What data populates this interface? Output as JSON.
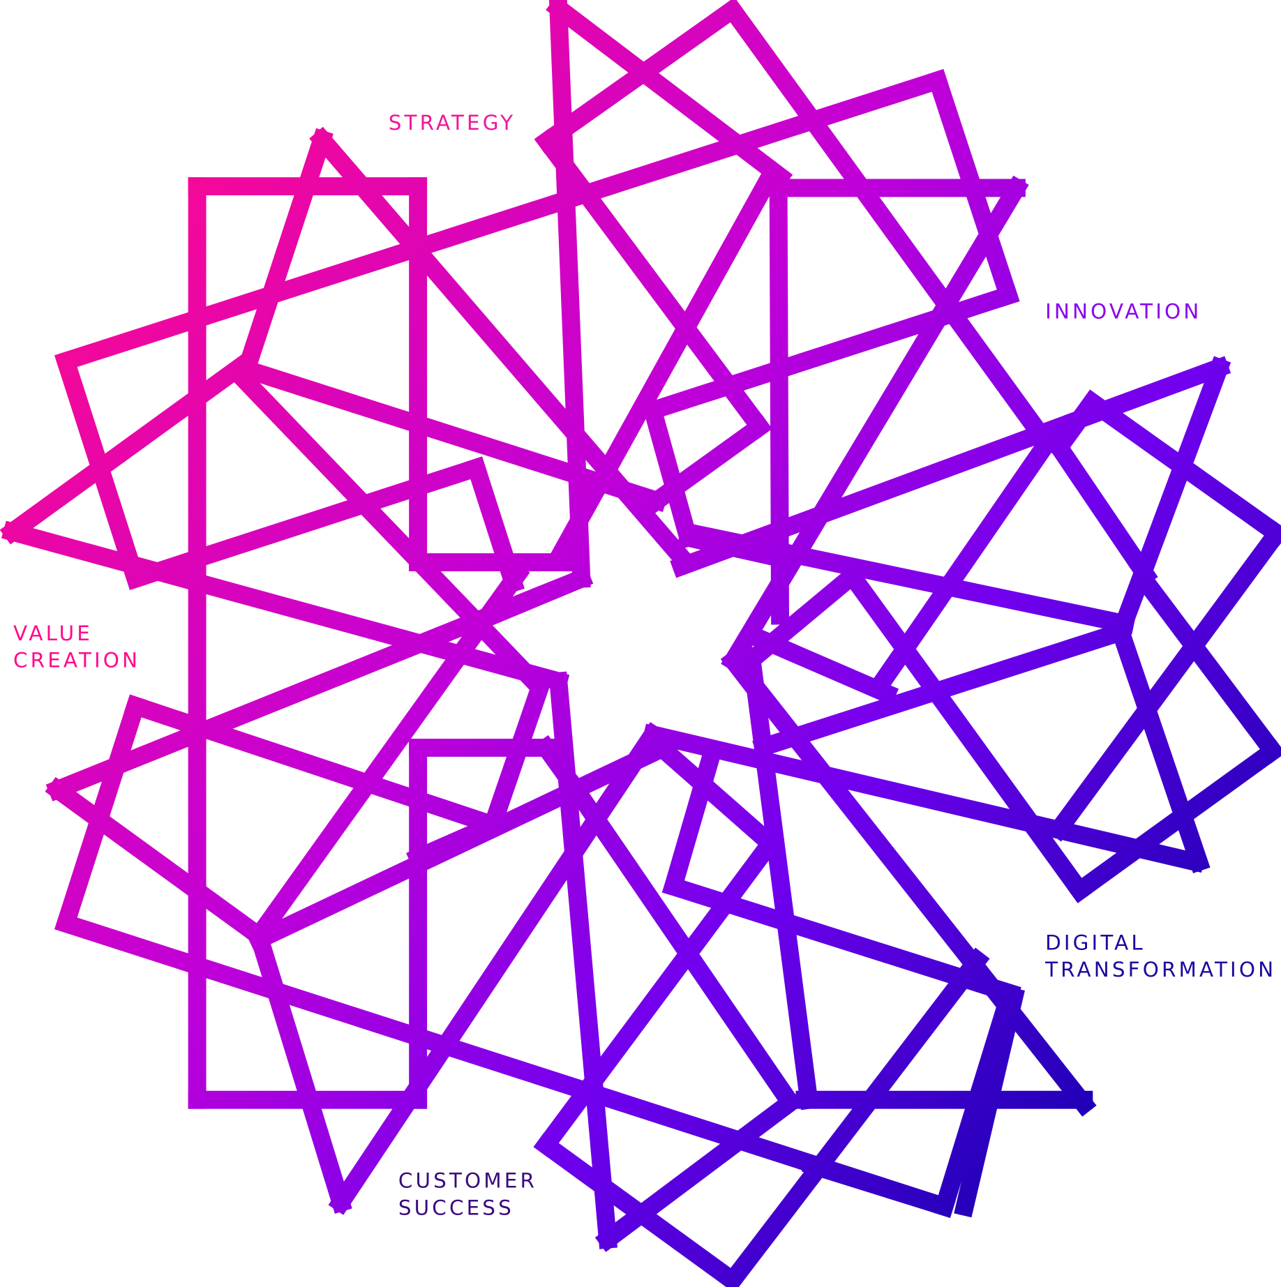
{
  "labels": {
    "strategy": {
      "text": "STRATEGY",
      "color": "#F0169A"
    },
    "innovation": {
      "text": "INNOVATION",
      "color": "#8A00F0"
    },
    "value_creation": {
      "line1": "VALUE",
      "line2": "CREATION",
      "color": "#FF0A8C"
    },
    "digital_transformation": {
      "line1": "DIGITAL",
      "line2": "TRANSFORMATION",
      "color": "#1A0A9E"
    },
    "customer_success": {
      "line1": "CUSTOMER",
      "line2": "SUCCESS",
      "color": "#3A0A7E"
    }
  },
  "gradient": {
    "top_left": "#FF0A8C",
    "mid": "#B400F0",
    "right": "#6200F0",
    "bottom_right": "#0000A0"
  }
}
